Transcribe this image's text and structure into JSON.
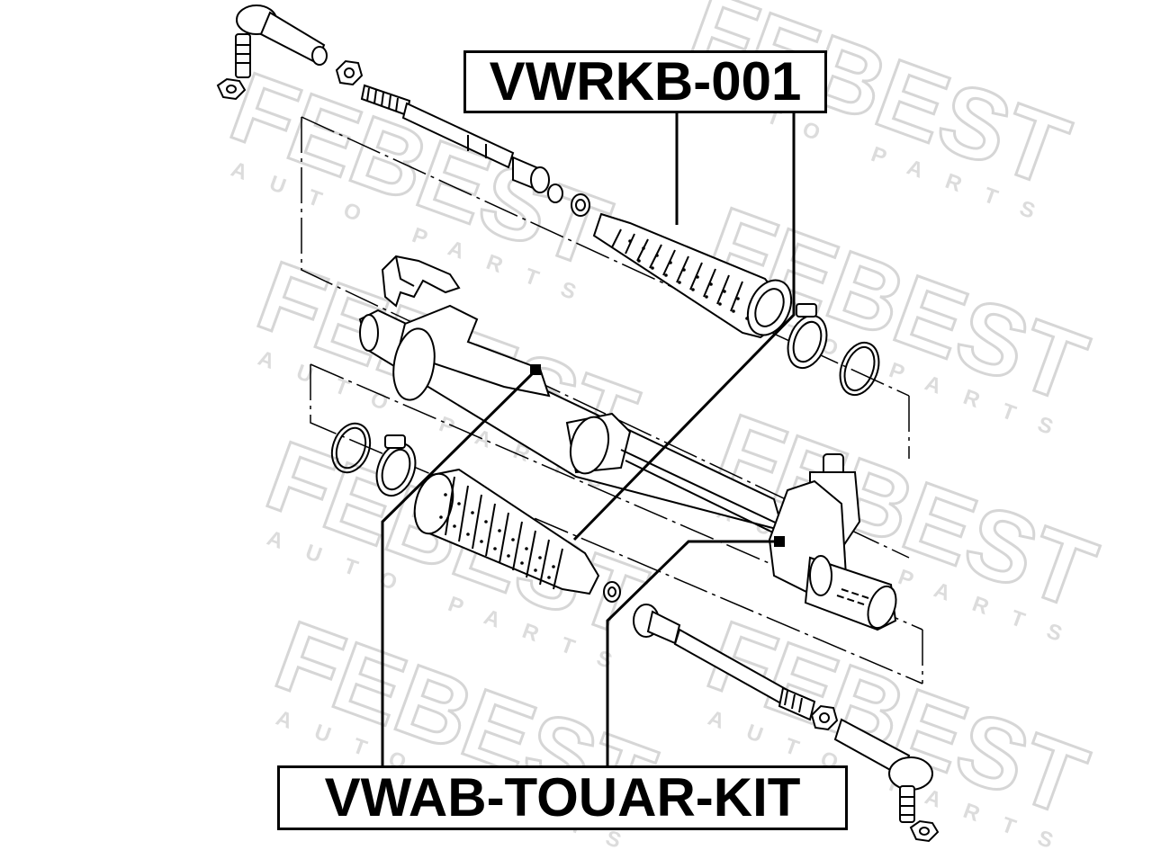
{
  "labels": {
    "top_part_number": "VWRKB-001",
    "bottom_part_number": "VWAB-TOUAR-KIT"
  },
  "watermark": {
    "brand": "FEBEST",
    "tagline": "AUTO PARTS"
  },
  "colors": {
    "line": "#000000",
    "watermark": "#d9d9d9",
    "background": "#ffffff"
  }
}
